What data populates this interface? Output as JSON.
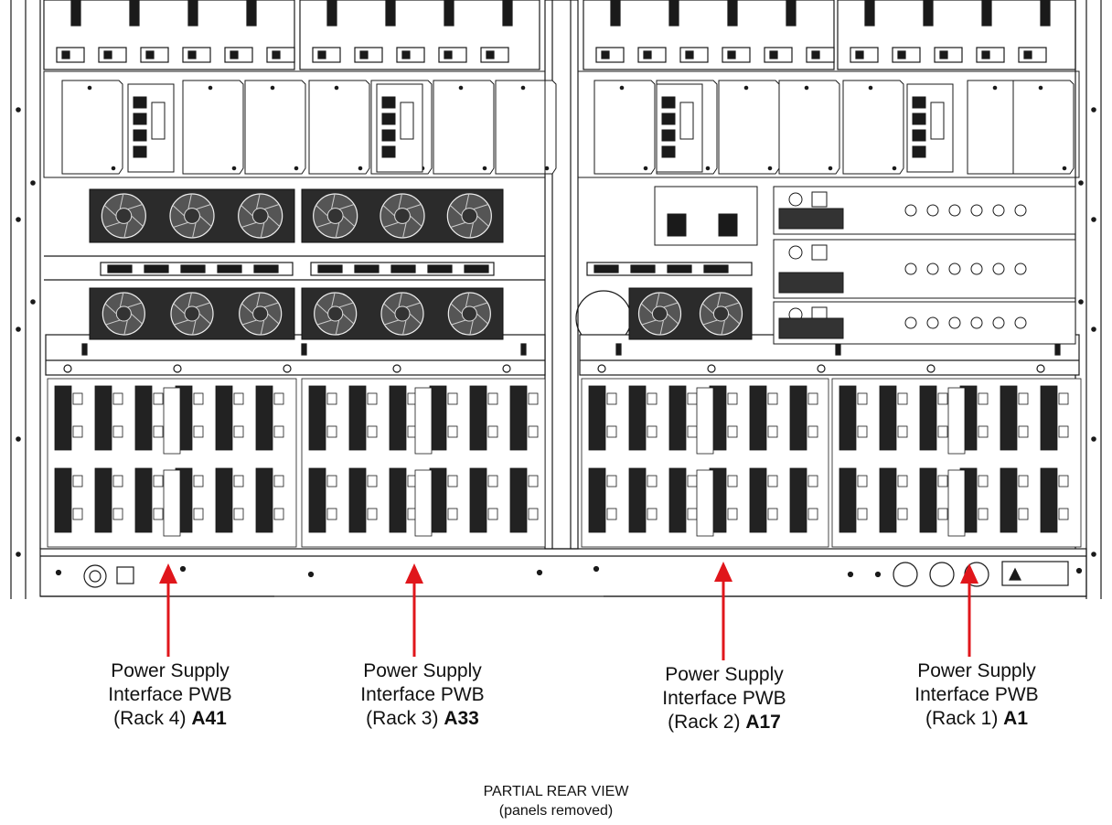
{
  "callouts": [
    {
      "line1": "Power Supply",
      "line2": "Interface PWB",
      "rack": "(Rack 4)",
      "ref": "A41"
    },
    {
      "line1": "Power Supply",
      "line2": "Interface PWB",
      "rack": "(Rack 3)",
      "ref": "A33"
    },
    {
      "line1": "Power Supply",
      "line2": "Interface PWB",
      "rack": "(Rack 2)",
      "ref": "A17"
    },
    {
      "line1": "Power Supply",
      "line2": "Interface PWB",
      "rack": "(Rack 1)",
      "ref": "A1"
    }
  ],
  "caption": {
    "title": "PARTIAL REAR VIEW",
    "subtitle": "(panels removed)"
  },
  "colors": {
    "arrow": "#e0161b",
    "line": "#1a1a1a",
    "fan": "#333333"
  }
}
